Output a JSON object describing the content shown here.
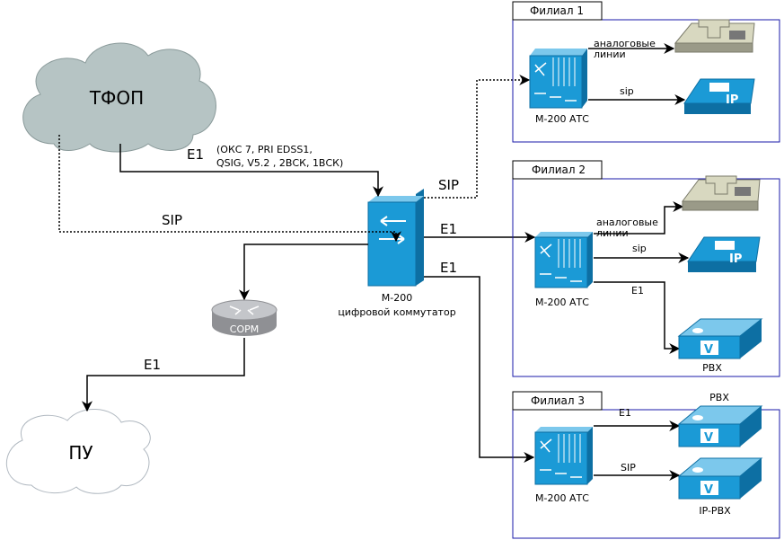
{
  "clouds": {
    "pstn": "ТФОП",
    "pu": "ПУ"
  },
  "core": {
    "switch_label_1": "М-200",
    "switch_label_2": "цифровой коммутатор",
    "router_label": "СОРМ"
  },
  "links": {
    "pstn_e1": "E1",
    "pstn_e1_protocols_1": "(ОКС 7, PRI EDSS1,",
    "pstn_e1_protocols_2": "QSIG, V5.2 , 2ВСК, 1ВСК)",
    "pstn_sip": "SIP",
    "branch1_sip": "SIP",
    "branch2_e1": "E1",
    "branch3_e1": "E1",
    "sorm_e1": "E1"
  },
  "branches": [
    {
      "title": "Филиал 1",
      "pbx_label": "М-200 АТС",
      "link_analog_1": "аналоговые",
      "link_analog_2": "линии",
      "link_sip": "sip"
    },
    {
      "title": "Филиал 2",
      "pbx_label": "М-200 АТС",
      "link_analog_1": "аналоговые",
      "link_analog_2": "линии",
      "link_sip": "sip",
      "link_e1": "E1",
      "device_pbx": "PBX"
    },
    {
      "title": "Филиал 3",
      "pbx_label": "М-200 АТС",
      "link_e1": "E1",
      "link_sip": "SIP",
      "device_pbx": "PBX",
      "device_ippbx": "IP-PBX"
    }
  ],
  "colors": {
    "cloud_fill": "#b6c4c4",
    "device_blue": "#1b9ad6",
    "device_blue_dark": "#0d6fa3",
    "frame": "#1a1aaa",
    "phone_beige": "#d8d8c0"
  }
}
